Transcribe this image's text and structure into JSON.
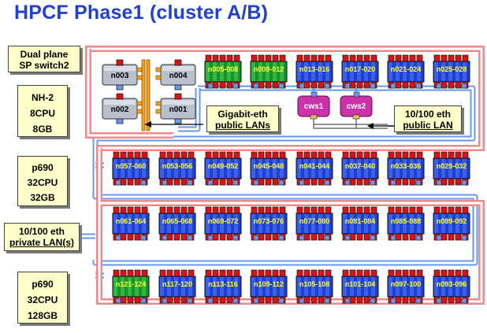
{
  "title": "HPCF Phase1 (cluster A/B)",
  "labels": {
    "switch": [
      "Dual plane",
      "SP switch2"
    ],
    "nh2": [
      "NH-2",
      "8CPU",
      "8GB"
    ],
    "gigabit": [
      "Gigabit-eth",
      "public LANs"
    ],
    "eth_public": [
      "10/100 eth",
      "public LAN"
    ],
    "p690_a": [
      "p690",
      "32CPU",
      "32GB"
    ],
    "eth_private": [
      "10/100 eth",
      "private LAN(s)"
    ],
    "p690_b": [
      "p690",
      "32CPU",
      "128GB"
    ]
  },
  "nh2_nodes": [
    "n003",
    "n004",
    "n002",
    "n001"
  ],
  "workstations": [
    "cws1",
    "cws2"
  ],
  "rows": [
    [
      "n005-008",
      "n009-012",
      "n013-016",
      "n017-020",
      "n021-024",
      "n025-028"
    ],
    [
      "n057-060",
      "n053-056",
      "n049-052",
      "n045-048",
      "n041-044",
      "n037-040",
      "n033-036",
      "n029-032"
    ],
    [
      "n061-064",
      "n065-068",
      "n069-072",
      "n073-076",
      "n077-080",
      "n081-084",
      "n085-088",
      "n089-092"
    ],
    [
      "n121-124",
      "n117-120",
      "n113-116",
      "n109-112",
      "n105-108",
      "n101-104",
      "n097-100",
      "n093-096"
    ]
  ],
  "green_frames": [
    "n005-008",
    "n009-012",
    "n121-124"
  ],
  "colors": {
    "title": "#1f3fd6",
    "frame": "#f08a8a",
    "lan": "#6699ee",
    "node_blue": "#2040c8",
    "node_green": "#1a8f2a",
    "node_label": "#ffff33",
    "port_red": "#dd1111",
    "port_blue": "#6f93ee",
    "gig_orange": "#f0a020",
    "cws": "#cc33aa",
    "label_bg": "#ffffcc"
  }
}
